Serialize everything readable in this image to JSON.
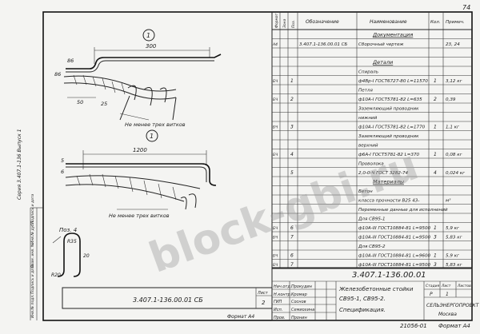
{
  "sheet": {
    "page_number": "74",
    "watermark": "block-gbi.ru",
    "format_bottom": "Формат А4",
    "format_side": "Формат А4",
    "inventory_number": "21056-01",
    "left_series": "Серия 3.407.1-136 Выпуск 1",
    "left_vertical_columns": [
      "Инв.№ подл.",
      "Подпись и дата",
      "Взам. инв. №",
      "Инв.№ дубл.",
      "Подпись и дата"
    ]
  },
  "left_drawing": {
    "section1_marker": "1",
    "section1_dims": {
      "top": "300",
      "left_top": "86",
      "left_bottom": "86",
      "lower_a": "50",
      "lower_b": "25"
    },
    "note1": "Не менее трех витков",
    "section2_marker": "1",
    "section2_dims": {
      "top": "1200",
      "left_a": "5",
      "left_b": "6"
    },
    "note2": "Не менее трех витков",
    "pos_label": "Поз. 4",
    "pos_dims": {
      "top": "R35",
      "side": "20",
      "bottom": "R20"
    },
    "doc_code": "3.407.1-136.00.01 СБ",
    "sheet_label": "Лист",
    "sheet_num": "2"
  },
  "spec_table": {
    "headers": {
      "format": "Формат",
      "zone": "Зона",
      "pos": "Поз.",
      "designation": "Обозначение",
      "name": "Наименование",
      "qty": "Кол.",
      "note": "Примеч."
    },
    "rows": [
      {
        "format": "",
        "zone": "",
        "pos": "",
        "designation": "",
        "name": "Документация",
        "qty": "",
        "note": "",
        "head": true
      },
      {
        "format": "А4",
        "zone": "",
        "pos": "",
        "designation": "3.407.1-136.00.01 СБ",
        "name": "Сборочный чертеж",
        "qty": "",
        "note": "23, 24",
        "head": false
      },
      {
        "format": "",
        "zone": "",
        "pos": "",
        "designation": "",
        "name": "",
        "qty": "",
        "note": "",
        "head": false
      },
      {
        "format": "",
        "zone": "",
        "pos": "",
        "designation": "",
        "name": "Детали",
        "qty": "",
        "note": "",
        "head": true
      },
      {
        "format": "",
        "zone": "",
        "pos": "",
        "designation": "",
        "name": "Спираль",
        "qty": "",
        "note": "",
        "head": false
      },
      {
        "format": "БЧ",
        "zone": "",
        "pos": "1",
        "designation": "",
        "name": "ф4Вр-I ГОСТ6727-80 L=11570",
        "qty": "1",
        "note": "3,12 кг",
        "head": false
      },
      {
        "format": "",
        "zone": "",
        "pos": "",
        "designation": "",
        "name": "Петля",
        "qty": "",
        "note": "",
        "head": false
      },
      {
        "format": "БЧ",
        "zone": "",
        "pos": "2",
        "designation": "",
        "name": "ф10А-I ГОСТ5781-82 L=635",
        "qty": "2",
        "note": "0,39",
        "head": false
      },
      {
        "format": "",
        "zone": "",
        "pos": "",
        "designation": "",
        "name": "Заземляющий проводник",
        "qty": "",
        "note": "",
        "head": false
      },
      {
        "format": "",
        "zone": "",
        "pos": "",
        "designation": "",
        "name": "нижний",
        "qty": "",
        "note": "",
        "head": false
      },
      {
        "format": "БЧ",
        "zone": "",
        "pos": "3",
        "designation": "",
        "name": "ф10А-I ГОСТ5781-82 L=1770",
        "qty": "1",
        "note": "1,1 кг",
        "head": false
      },
      {
        "format": "",
        "zone": "",
        "pos": "",
        "designation": "",
        "name": "Заземляющий проводник",
        "qty": "",
        "note": "",
        "head": false
      },
      {
        "format": "",
        "zone": "",
        "pos": "",
        "designation": "",
        "name": "верхний",
        "qty": "",
        "note": "",
        "head": false
      },
      {
        "format": "БЧ",
        "zone": "",
        "pos": "4",
        "designation": "",
        "name": "ф6А-I ГОСТ5781-82 L=370",
        "qty": "1",
        "note": "0,08 кг",
        "head": false
      },
      {
        "format": "",
        "zone": "",
        "pos": "",
        "designation": "",
        "name": "Проволока",
        "qty": "",
        "note": "",
        "head": false
      },
      {
        "format": "",
        "zone": "",
        "pos": "5",
        "designation": "",
        "name": "2,0-0-Ч ГОСТ 3282-74",
        "qty": "4",
        "note": "0,024 кг",
        "head": false
      },
      {
        "format": "",
        "zone": "",
        "pos": "",
        "designation": "",
        "name": "Материалы",
        "qty": "",
        "note": "",
        "head": true
      },
      {
        "format": "",
        "zone": "",
        "pos": "",
        "designation": "",
        "name": "Бетон",
        "qty": "",
        "note": "",
        "head": false
      },
      {
        "format": "",
        "zone": "",
        "pos": "",
        "designation": "",
        "name": "класса прочности В25 43-",
        "qty": "",
        "note": "м³",
        "head": false
      },
      {
        "format": "",
        "zone": "",
        "pos": "",
        "designation": "",
        "name": "Переменные данные для исполнений",
        "qty": "",
        "note": "",
        "head": false
      },
      {
        "format": "",
        "zone": "",
        "pos": "",
        "designation": "",
        "name": "Для СВ95-1",
        "qty": "",
        "note": "",
        "head": false
      },
      {
        "format": "БЧ",
        "zone": "",
        "pos": "6",
        "designation": "",
        "name": "ф10А-III ГОСТ10884-81 L=9500",
        "qty": "1",
        "note": "5,9 кг",
        "head": false
      },
      {
        "format": "БЧ",
        "zone": "",
        "pos": "7",
        "designation": "",
        "name": "ф10А-III ГОСТ10884-81 L=9500",
        "qty": "3",
        "note": "5,83 кг",
        "head": false
      },
      {
        "format": "",
        "zone": "",
        "pos": "",
        "designation": "",
        "name": "Для СВ95-2",
        "qty": "",
        "note": "",
        "head": false
      },
      {
        "format": "БЧ",
        "zone": "",
        "pos": "6",
        "designation": "",
        "name": "ф10А-III ГОСТ10884-81 L=9600",
        "qty": "1",
        "note": "5,9 кг",
        "head": false
      },
      {
        "format": "БЧ",
        "zone": "",
        "pos": "7",
        "designation": "",
        "name": "ф10А-III ГОСТ10884-81 L=9500",
        "qty": "3",
        "note": "5,83 кг",
        "head": false
      }
    ]
  },
  "title_block": {
    "doc_code": "3.407.1-136.00.01",
    "roles": [
      "Нач.отд.",
      "Н.контр.",
      "ГИП",
      "Исп.",
      "Пров."
    ],
    "names": [
      "Прокудин",
      "Кромар",
      "Соснов",
      "Семиохина",
      "Пронин"
    ],
    "title": "Железобетонные стойки СВ95-1, СВ95-2. Спецификация.",
    "title_line1": "Железобетонные стойки",
    "title_line2": "СВ95-1, СВ95-2.",
    "title_line3": "Спецификация.",
    "stage_label": "Стадия",
    "sheet_label": "Лист",
    "sheets_label": "Листов",
    "stage": "Р",
    "sheet": "1",
    "sheets": "",
    "org_name": "СЕЛЬЭНЕРГОПРОЕКТ",
    "org_city": "Москва"
  }
}
